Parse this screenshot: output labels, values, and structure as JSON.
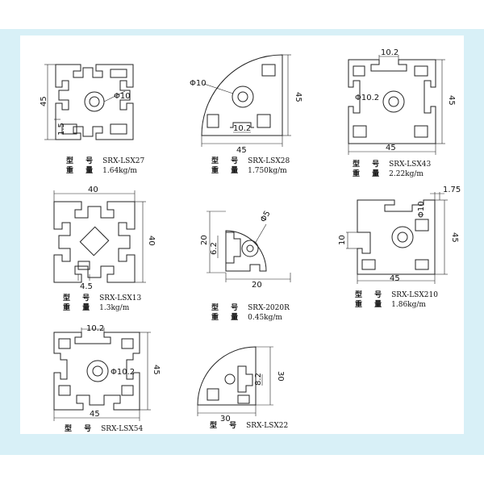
{
  "profiles": [
    {
      "model_label": "型 号",
      "model": "SRX-LSX27",
      "weight_label": "重 量",
      "weight": "1.64kg/m",
      "dims": [
        "45",
        "Φ10",
        "1.5"
      ]
    },
    {
      "model_label": "型 号",
      "model": "SRX-LSX28",
      "weight_label": "重 量",
      "weight": "1.750kg/m",
      "dims": [
        "Φ10",
        "45",
        "10.2",
        "45"
      ]
    },
    {
      "model_label": "型 号",
      "model": "SRX-LSX43",
      "weight_label": "重 量",
      "weight": "2.22kg/m",
      "dims": [
        "10.2",
        "Φ10.2",
        "45",
        "45"
      ]
    },
    {
      "model_label": "型 号",
      "model": "SRX-LSX13",
      "weight_label": "重 量",
      "weight": "1.3kg/m",
      "dims": [
        "40",
        "40",
        "4.5"
      ]
    },
    {
      "model_label": "型 号",
      "model": "SRX-2020R",
      "weight_label": "重 量",
      "weight": "0.45kg/m",
      "dims": [
        "Φ5",
        "20",
        "6.2",
        "20"
      ]
    },
    {
      "model_label": "型 号",
      "model": "SRX-LSX210",
      "weight_label": "重 量",
      "weight": "1.86kg/m",
      "dims": [
        "1.75",
        "Φ10",
        "10",
        "45",
        "45"
      ]
    },
    {
      "model_label": "型 号",
      "model": "SRX-LSX54",
      "weight_label": "",
      "weight": "",
      "dims": [
        "10.2",
        "Φ10.2",
        "45",
        "45"
      ]
    },
    {
      "model_label": "型 号",
      "model": "SRX-LSX22",
      "weight_label": "",
      "weight": "",
      "dims": [
        "8.2",
        "30",
        "30"
      ]
    }
  ]
}
